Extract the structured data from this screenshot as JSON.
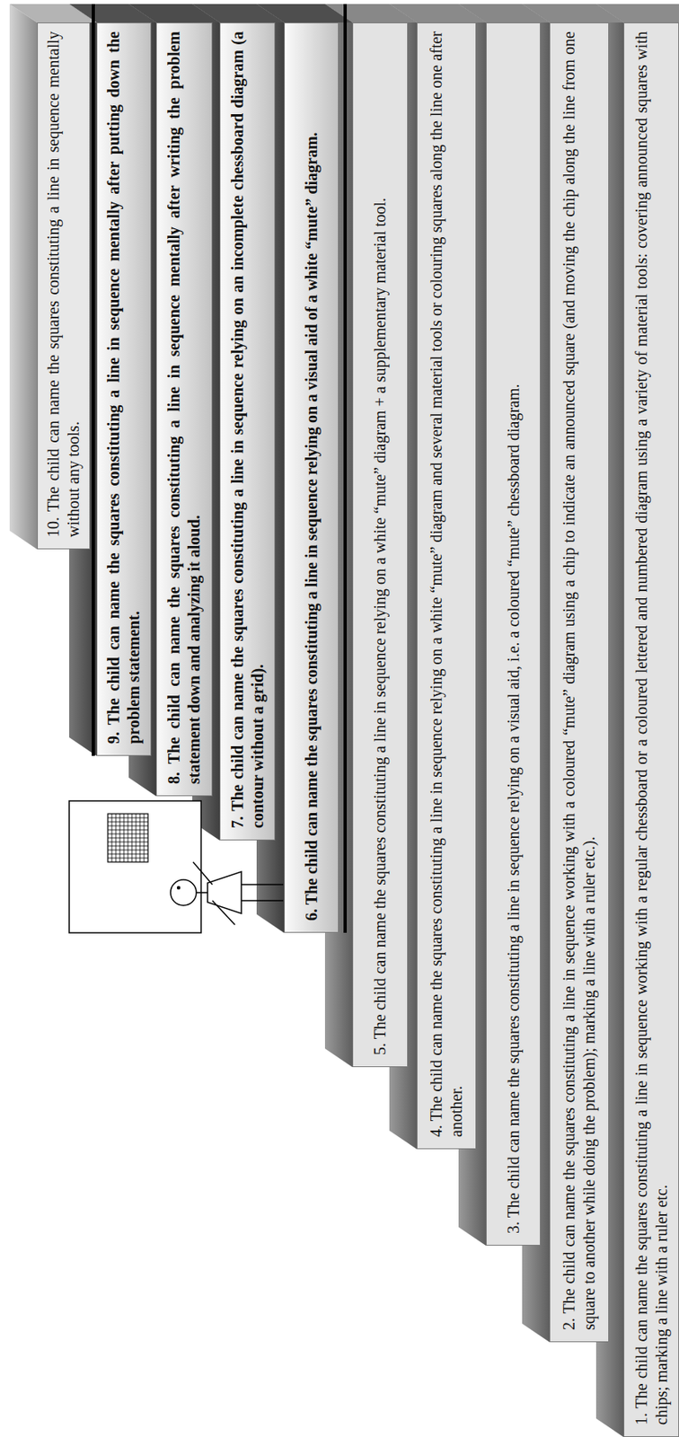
{
  "diagram": {
    "nodes": [
      {
        "text": [
          "1. The child can name the squares constituting a line in sequence working with a regular chessboard or a coloured lettered and numbered diagram using a variety of material tools: covering announced squares with chips; marking a line with a ruler etc."
        ]
      },
      {
        "text": [
          "2. The child can name the squares constituting a line in sequence working with a coloured “mute” diagram using a chip to indicate an announced square (and moving the chip along the line from one square to another while doing the problem); marking a line with a ruler etc.)."
        ]
      },
      {
        "text": [
          "3. The child can name the squares constituting a line in sequence relying on a visual aid, i.e. a coloured “mute” chessboard diagram."
        ]
      },
      {
        "text": [
          "4. The child can name the squares constituting a line in sequence relying on a white “mute” diagram and several material tools or colouring squares along the line one after another."
        ]
      },
      {
        "text": [
          "5. The child can name the squares constituting a line in sequence relying on a white “mute” diagram + a supplementary material tool."
        ]
      },
      {
        "text": [
          "6. The child can name the squares constituting a line in sequence relying on a visual aid of a white “mute” diagram."
        ]
      },
      {
        "text": [
          "7. The child can name the squares constituting a line in sequence relying on an incomplete chessboard diagram (a contour without a grid)."
        ]
      },
      {
        "text": [
          "8. The child can name the squares constituting a line in sequence mentally after writing the problem statement down and analyzing it aloud."
        ]
      },
      {
        "text": [
          "9. The child can name the squares constituting a line in sequence mentally after putting down the problem statement."
        ]
      },
      {
        "text": [
          "10. The child can name the squares constituting a line in sequence mentally without any tools."
        ]
      }
    ]
  }
}
